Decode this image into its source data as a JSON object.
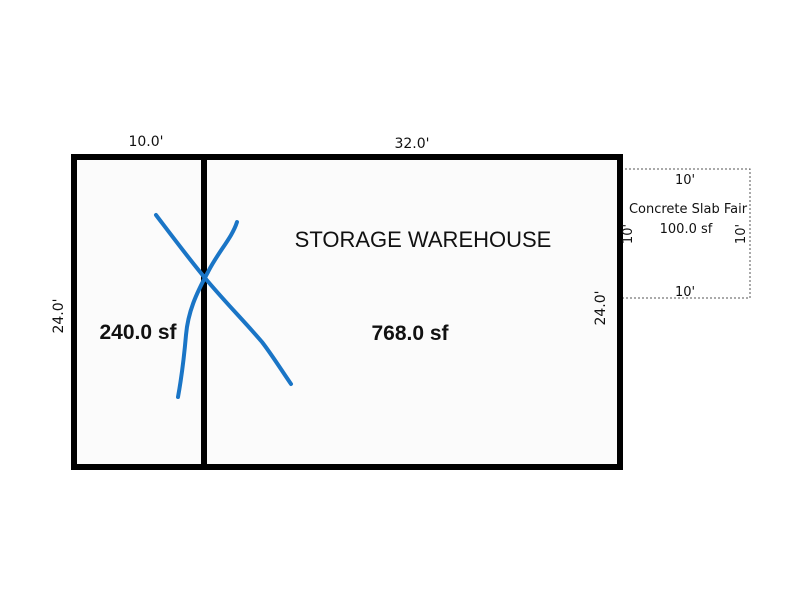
{
  "colors": {
    "wall": "#000000",
    "floor": "#fbfbfb",
    "slab_border": "#555555",
    "cross_mark": "#1a75c6"
  },
  "warehouse": {
    "name": "STORAGE WAREHOUSE",
    "area": "768.0 sf",
    "width_label": "32.0'",
    "height_label": "24.0'"
  },
  "left_section": {
    "area": "240.0 sf",
    "width_label": "10.0'",
    "height_label": "24.0'",
    "crossed_out": true
  },
  "slab": {
    "name": "Concrete Slab Fair",
    "area": "100.0 sf",
    "top_label": "10'",
    "bottom_label": "10'",
    "left_label": "10'",
    "right_label": "10'"
  }
}
